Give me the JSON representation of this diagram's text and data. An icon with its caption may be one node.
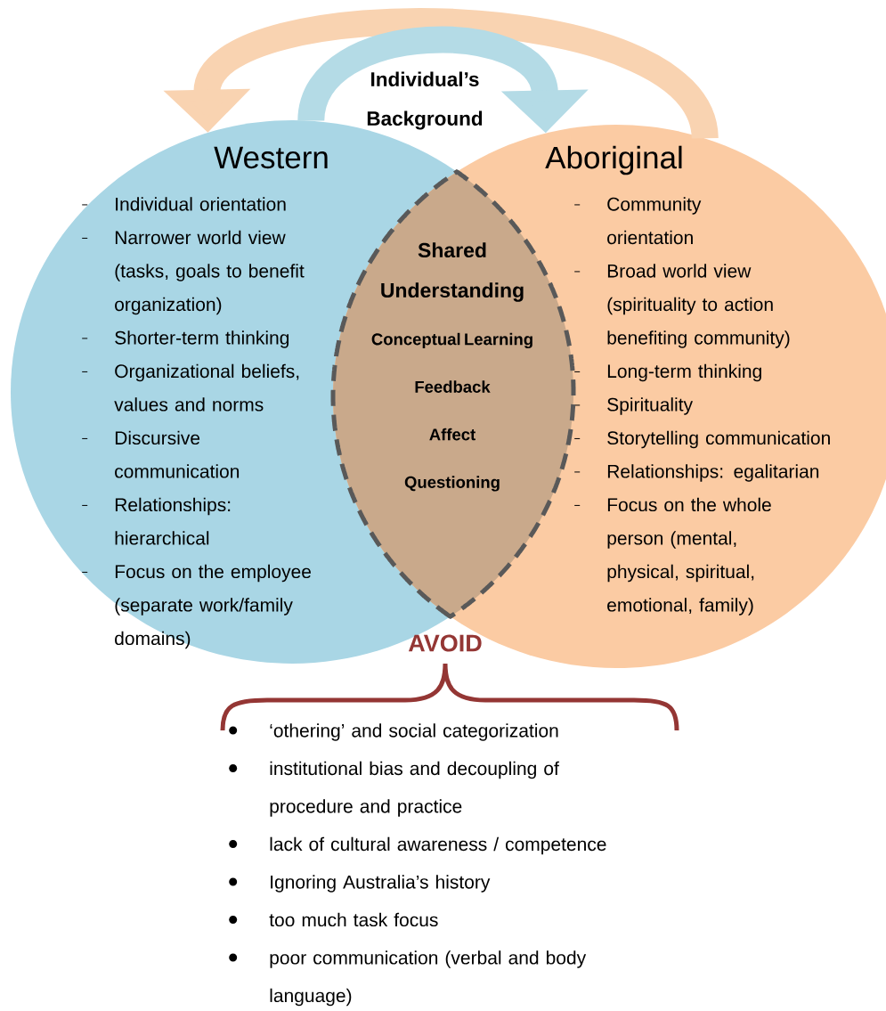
{
  "diagram": {
    "nodes": [
      {
        "text": [
          "Western",
          "Individual orientation",
          "Narrower world view (tasks, goals to benefit organization)",
          "Shorter-term thinking",
          "Organizational beliefs, values and norms",
          "Discursive communication",
          "Relationships: hierarchical",
          "Focus on the employee (separate work/family domains)"
        ]
      },
      {
        "text": [
          "Aboriginal",
          "Community orientation",
          "Broad world view (spirituality to action benefiting community)",
          "Long-term thinking",
          "Spirituality",
          "Storytelling communication",
          "Relationships: egalitarian",
          "Focus on the whole person (mental, physical, spiritual, emotional, family)"
        ]
      },
      {
        "text": [
          "Shared Understanding",
          "Conceptual Learning",
          "Feedback",
          "Affect",
          "Questioning"
        ]
      },
      {
        "text": [
          "Individual’s Background"
        ]
      }
    ],
    "edges": [
      {
        "from": 1,
        "to": 0,
        "arrow": "to",
        "color": "#f9d3b1"
      },
      {
        "from": 0,
        "to": 1,
        "arrow": "to",
        "color": "#b4dbe6"
      }
    ],
    "labels": [
      "AVOID",
      "‘othering’ and social categorization",
      "institutional bias and decoupling of procedure and practice",
      "lack of cultural awareness / competence",
      "Ignoring Australia’s history",
      "too much task focus",
      "poor communication (verbal and body language)"
    ]
  }
}
